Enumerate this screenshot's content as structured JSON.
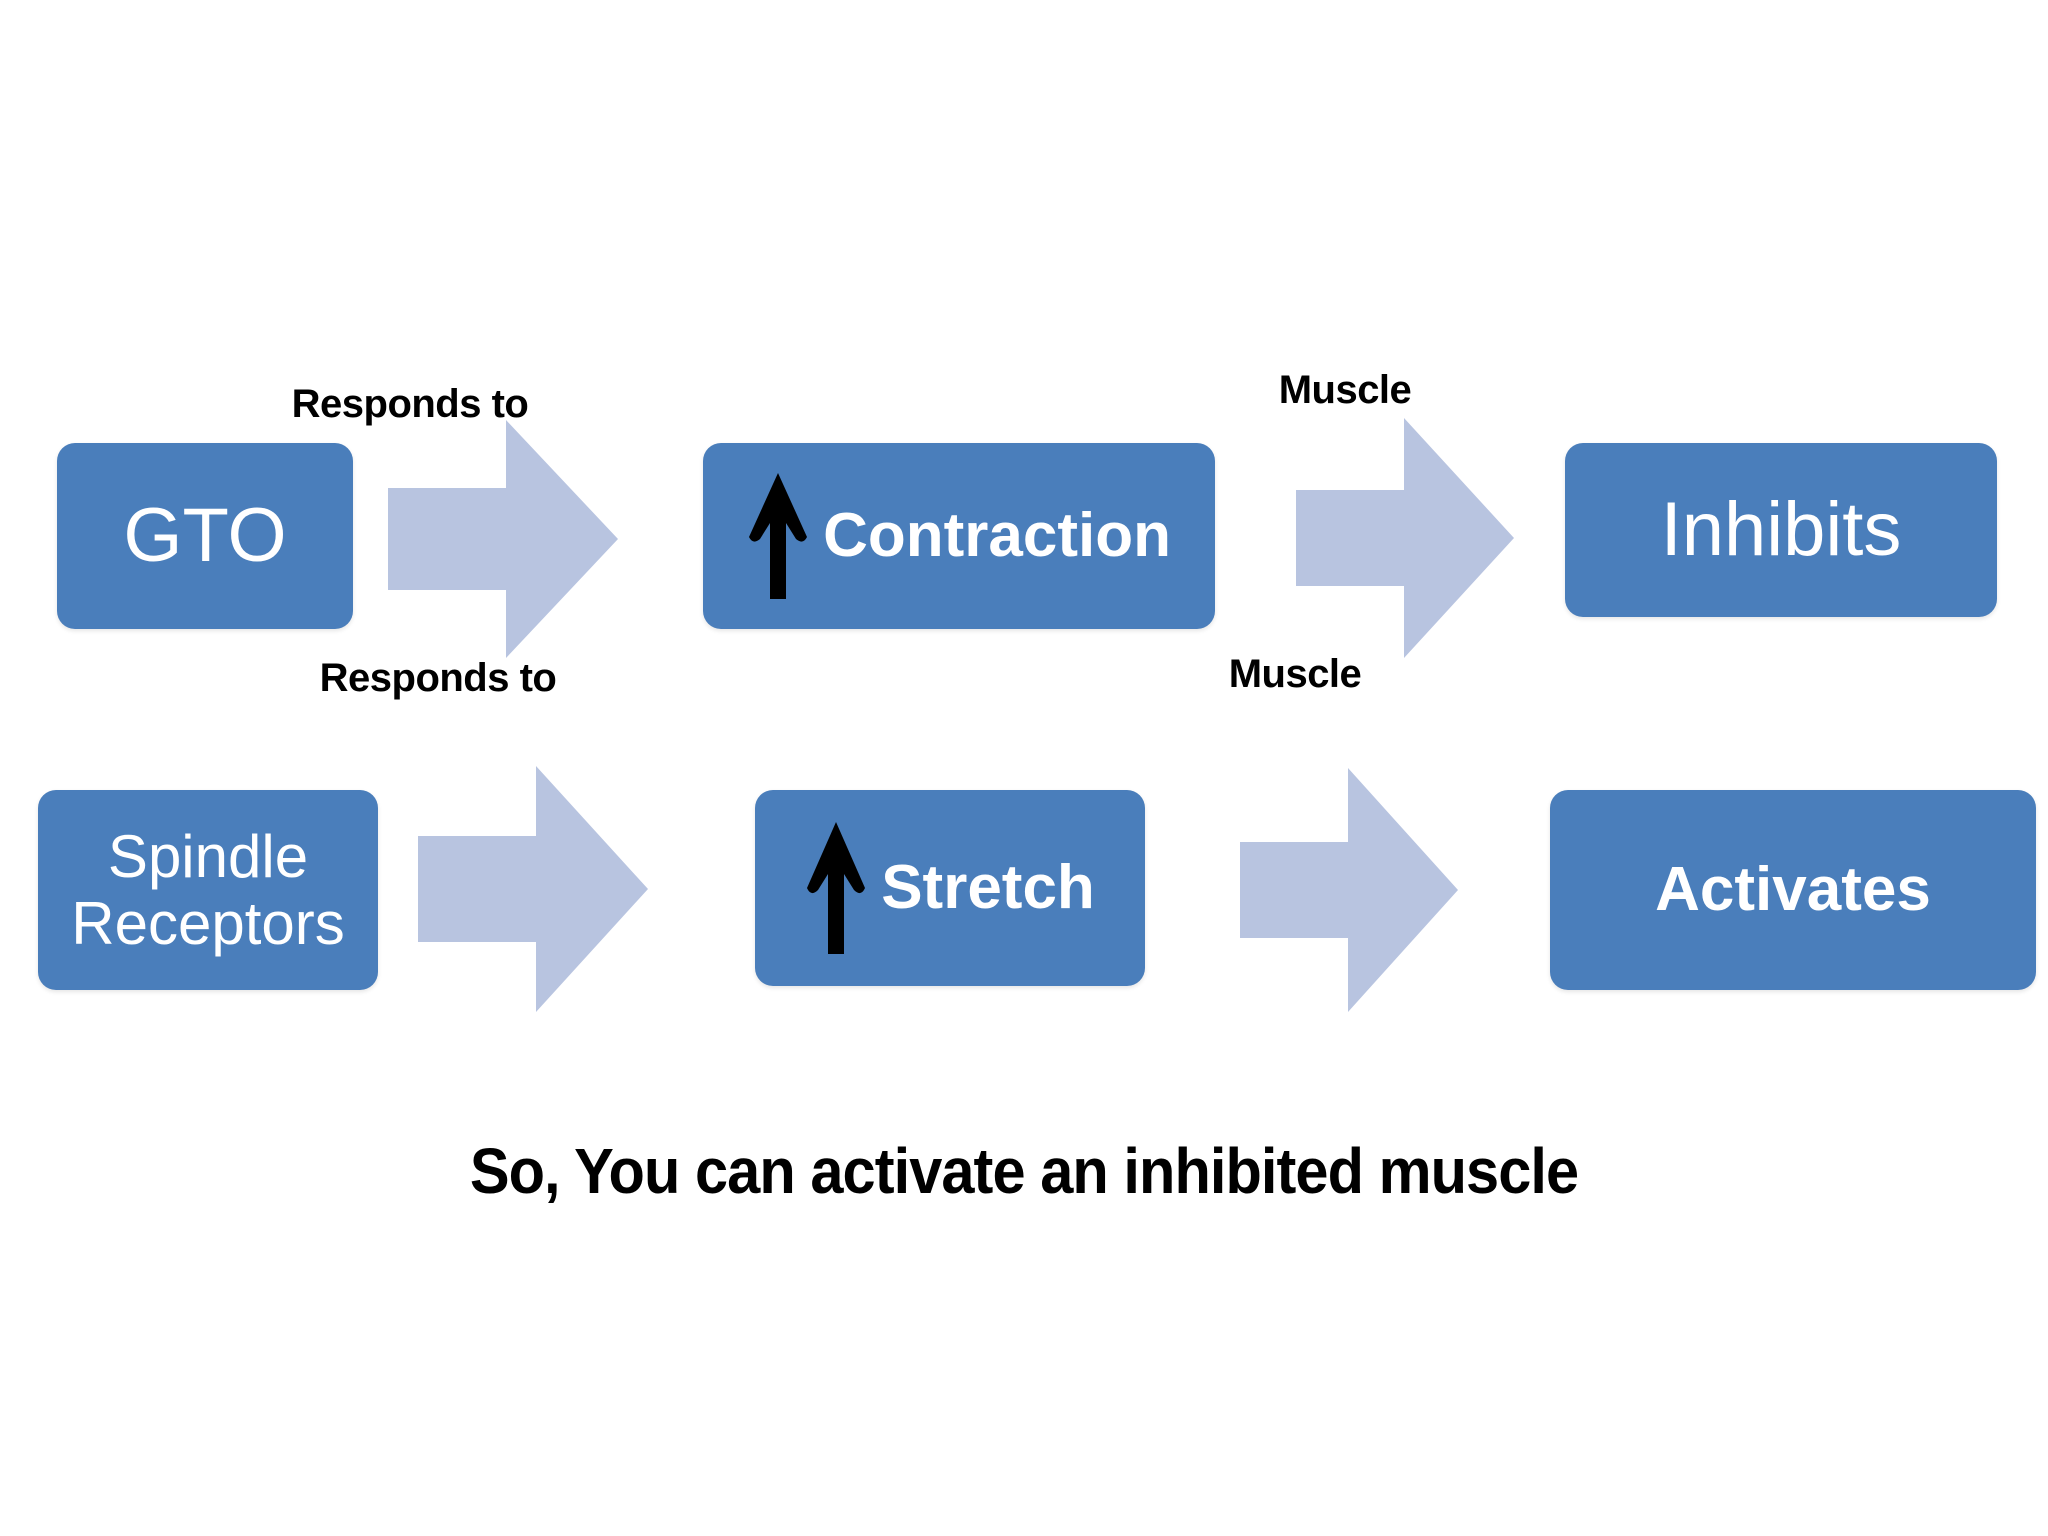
{
  "diagram": {
    "title_caption": "So, You can activate an inhibited muscle",
    "colors": {
      "node_fill": "#4a7ebb",
      "node_text": "#ffffff",
      "arrow_fill": "#b8c4e0",
      "label_text": "#000000",
      "background": "#ffffff"
    },
    "rows": [
      {
        "id": "gto-row",
        "nodes": [
          {
            "id": "gto",
            "label": "GTO",
            "icon": "",
            "weight": "light"
          },
          {
            "id": "contraction",
            "label": "Contraction",
            "icon": "up-arrow-icon",
            "weight": "bold"
          },
          {
            "id": "inhibits",
            "label": "Inhibits",
            "icon": "",
            "weight": "light"
          }
        ],
        "connectors": [
          {
            "id": "gto-responds-to",
            "label": "Responds to",
            "shape": "block-arrow-right"
          },
          {
            "id": "contraction-muscle",
            "label": "Muscle",
            "shape": "block-arrow-right"
          }
        ]
      },
      {
        "id": "spindle-row",
        "nodes": [
          {
            "id": "spindle",
            "label": "Spindle\nReceptors",
            "icon": "",
            "weight": "light"
          },
          {
            "id": "stretch",
            "label": "Stretch",
            "icon": "up-arrow-icon",
            "weight": "bold"
          },
          {
            "id": "activates",
            "label": "Activates",
            "icon": "",
            "weight": "bold"
          }
        ],
        "connectors": [
          {
            "id": "spindle-responds-to",
            "label": "Responds to",
            "shape": "block-arrow-right"
          },
          {
            "id": "stretch-muscle",
            "label": "Muscle",
            "shape": "block-arrow-right"
          }
        ]
      }
    ]
  }
}
